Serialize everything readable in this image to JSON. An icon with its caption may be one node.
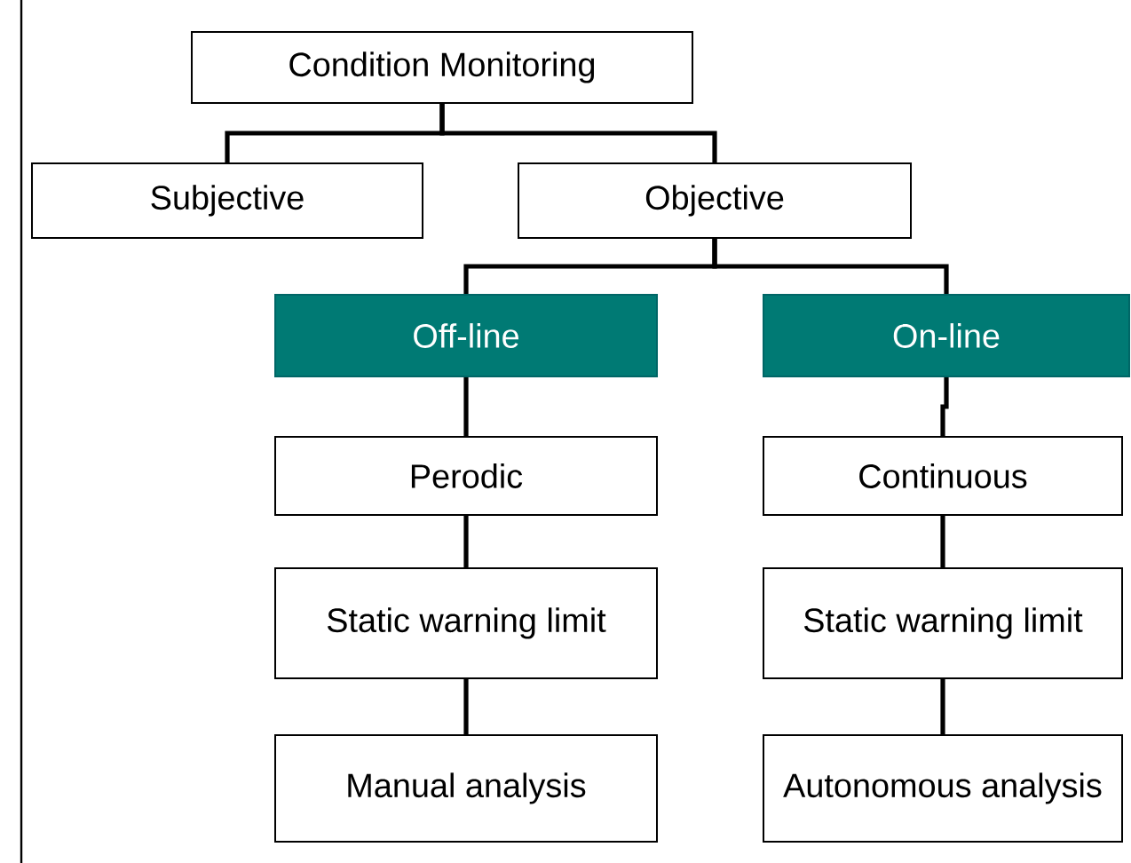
{
  "diagram": {
    "nodes": [
      {
        "text": [
          "Condition Monitoring"
        ]
      },
      {
        "text": [
          "Subjective"
        ]
      },
      {
        "text": [
          "Objective"
        ]
      },
      {
        "text": [
          "Off-line"
        ]
      },
      {
        "text": [
          "On-line"
        ]
      },
      {
        "text": [
          "Perodic"
        ]
      },
      {
        "text": [
          "Continuous"
        ]
      },
      {
        "text": [
          "Static warning limit"
        ]
      },
      {
        "text": [
          "Static warning limit"
        ]
      },
      {
        "text": [
          "Manual analysis"
        ]
      },
      {
        "text": [
          "Autonomous analysis"
        ]
      }
    ],
    "edges": [
      {
        "from": 0,
        "to": 1,
        "arrow": "none"
      },
      {
        "from": 0,
        "to": 2,
        "arrow": "none"
      },
      {
        "from": 2,
        "to": 3,
        "arrow": "none"
      },
      {
        "from": 2,
        "to": 4,
        "arrow": "none"
      },
      {
        "from": 3,
        "to": 5,
        "arrow": "none"
      },
      {
        "from": 4,
        "to": 6,
        "arrow": "none"
      },
      {
        "from": 5,
        "to": 7,
        "arrow": "none"
      },
      {
        "from": 6,
        "to": 8,
        "arrow": "none"
      },
      {
        "from": 7,
        "to": 9,
        "arrow": "none"
      },
      {
        "from": 8,
        "to": 10,
        "arrow": "none"
      }
    ]
  }
}
